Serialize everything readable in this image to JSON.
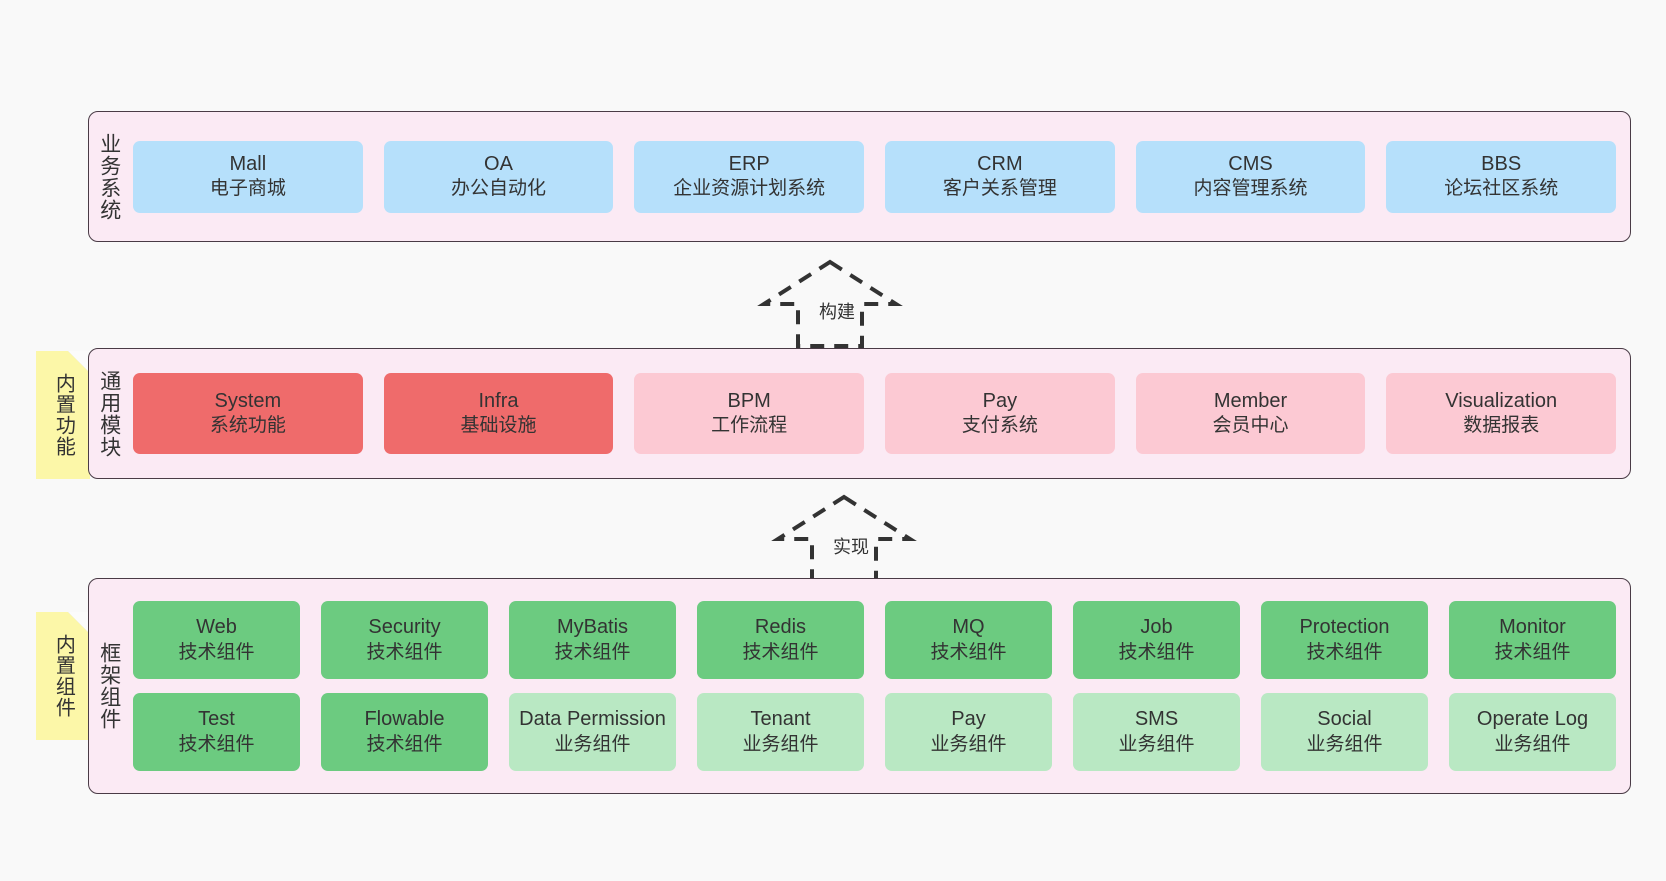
{
  "diagram": {
    "background": "#f9f9f9",
    "panel_fill": "#fbeaf4",
    "panel_stroke": "#4a3b46",
    "note_fill": "#fcf7a8"
  },
  "layers": [
    {
      "id": "business",
      "title": "业务系统",
      "note": null,
      "rows": [
        {
          "cells": [
            {
              "en": "Mall",
              "cn": "电子商城",
              "color": "#b6e0fb",
              "style": "c-blue"
            },
            {
              "en": "OA",
              "cn": "办公自动化",
              "color": "#b6e0fb",
              "style": "c-blue"
            },
            {
              "en": "ERP",
              "cn": "企业资源计划系统",
              "color": "#b6e0fb",
              "style": "c-blue"
            },
            {
              "en": "CRM",
              "cn": "客户关系管理",
              "color": "#b6e0fb",
              "style": "c-blue"
            },
            {
              "en": "CMS",
              "cn": "内容管理系统",
              "color": "#b6e0fb",
              "style": "c-blue"
            },
            {
              "en": "BBS",
              "cn": "论坛社区系统",
              "color": "#b6e0fb",
              "style": "c-blue"
            }
          ]
        }
      ]
    },
    {
      "id": "common",
      "title": "通用模块",
      "note": "内置功能",
      "rows": [
        {
          "cells": [
            {
              "en": "System",
              "cn": "系统功能",
              "color": "#ef6b6b",
              "style": "c-red"
            },
            {
              "en": "Infra",
              "cn": "基础设施",
              "color": "#ef6b6b",
              "style": "c-red"
            },
            {
              "en": "BPM",
              "cn": "工作流程",
              "color": "#fcc9d3",
              "style": "c-pink"
            },
            {
              "en": "Pay",
              "cn": "支付系统",
              "color": "#fcc9d3",
              "style": "c-pink"
            },
            {
              "en": "Member",
              "cn": "会员中心",
              "color": "#fcc9d3",
              "style": "c-pink"
            },
            {
              "en": "Visualization",
              "cn": "数据报表",
              "color": "#fcc9d3",
              "style": "c-pink"
            }
          ]
        }
      ]
    },
    {
      "id": "framework",
      "title": "框架组件",
      "note": "内置组件",
      "rows": [
        {
          "cells": [
            {
              "en": "Web",
              "cn": "技术组件",
              "color": "#6ccb80",
              "style": "c-green"
            },
            {
              "en": "Security",
              "cn": "技术组件",
              "color": "#6ccb80",
              "style": "c-green"
            },
            {
              "en": "MyBatis",
              "cn": "技术组件",
              "color": "#6ccb80",
              "style": "c-green"
            },
            {
              "en": "Redis",
              "cn": "技术组件",
              "color": "#6ccb80",
              "style": "c-green"
            },
            {
              "en": "MQ",
              "cn": "技术组件",
              "color": "#6ccb80",
              "style": "c-green"
            },
            {
              "en": "Job",
              "cn": "技术组件",
              "color": "#6ccb80",
              "style": "c-green"
            },
            {
              "en": "Protection",
              "cn": "技术组件",
              "color": "#6ccb80",
              "style": "c-green"
            },
            {
              "en": "Monitor",
              "cn": "技术组件",
              "color": "#6ccb80",
              "style": "c-green"
            }
          ]
        },
        {
          "cells": [
            {
              "en": "Test",
              "cn": "技术组件",
              "color": "#6ccb80",
              "style": "c-green"
            },
            {
              "en": "Flowable",
              "cn": "技术组件",
              "color": "#6ccb80",
              "style": "c-green"
            },
            {
              "en": "Data Permission",
              "cn": "业务组件",
              "color": "#b9e8c3",
              "style": "c-lightgreen"
            },
            {
              "en": "Tenant",
              "cn": "业务组件",
              "color": "#b9e8c3",
              "style": "c-lightgreen"
            },
            {
              "en": "Pay",
              "cn": "业务组件",
              "color": "#b9e8c3",
              "style": "c-lightgreen"
            },
            {
              "en": "SMS",
              "cn": "业务组件",
              "color": "#b9e8c3",
              "style": "c-lightgreen"
            },
            {
              "en": "Social",
              "cn": "业务组件",
              "color": "#b9e8c3",
              "style": "c-lightgreen"
            },
            {
              "en": "Operate Log",
              "cn": "业务组件",
              "color": "#b9e8c3",
              "style": "c-lightgreen"
            }
          ]
        }
      ]
    }
  ],
  "arrows": [
    {
      "id": "build",
      "label": "构建",
      "from": "common",
      "to": "business",
      "style": "dashed-hollow-triangle"
    },
    {
      "id": "impl",
      "label": "实现",
      "from": "framework",
      "to": "common",
      "style": "dashed-hollow-triangle"
    }
  ]
}
